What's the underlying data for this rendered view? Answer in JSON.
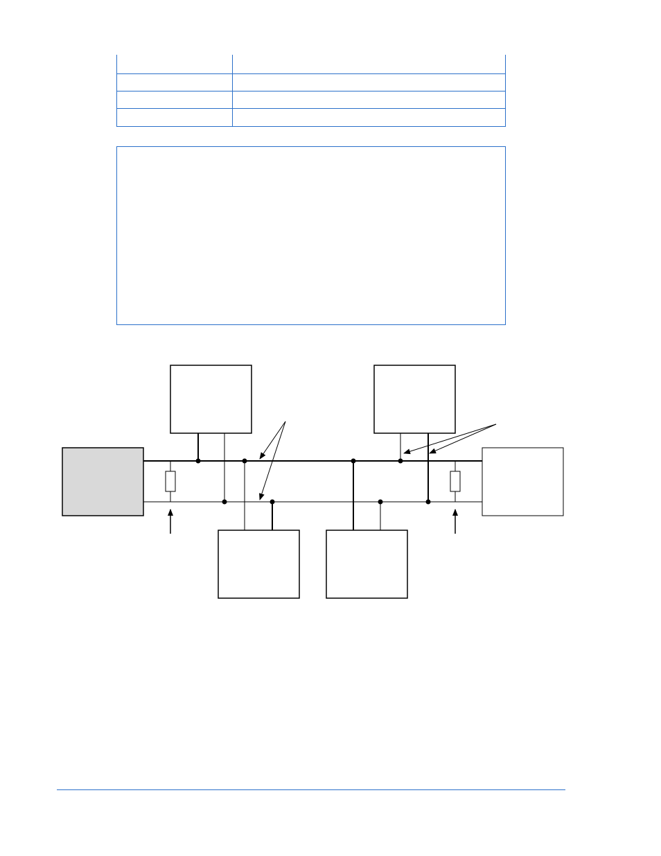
{
  "colors": {
    "rule": "#2a6fc9",
    "line": "#000000",
    "master_fill": "#d9d9d9",
    "device_fill": "#ffffff"
  },
  "table": {
    "rows": 4,
    "columns": 2
  },
  "diagram": {
    "master": {
      "label": ""
    },
    "slaves": [
      {
        "label": ""
      },
      {
        "label": ""
      },
      {
        "label": ""
      },
      {
        "label": ""
      },
      {
        "label": ""
      }
    ],
    "termination_resistors": 2,
    "callout_arrows": 2,
    "entry_arrows": 2
  }
}
